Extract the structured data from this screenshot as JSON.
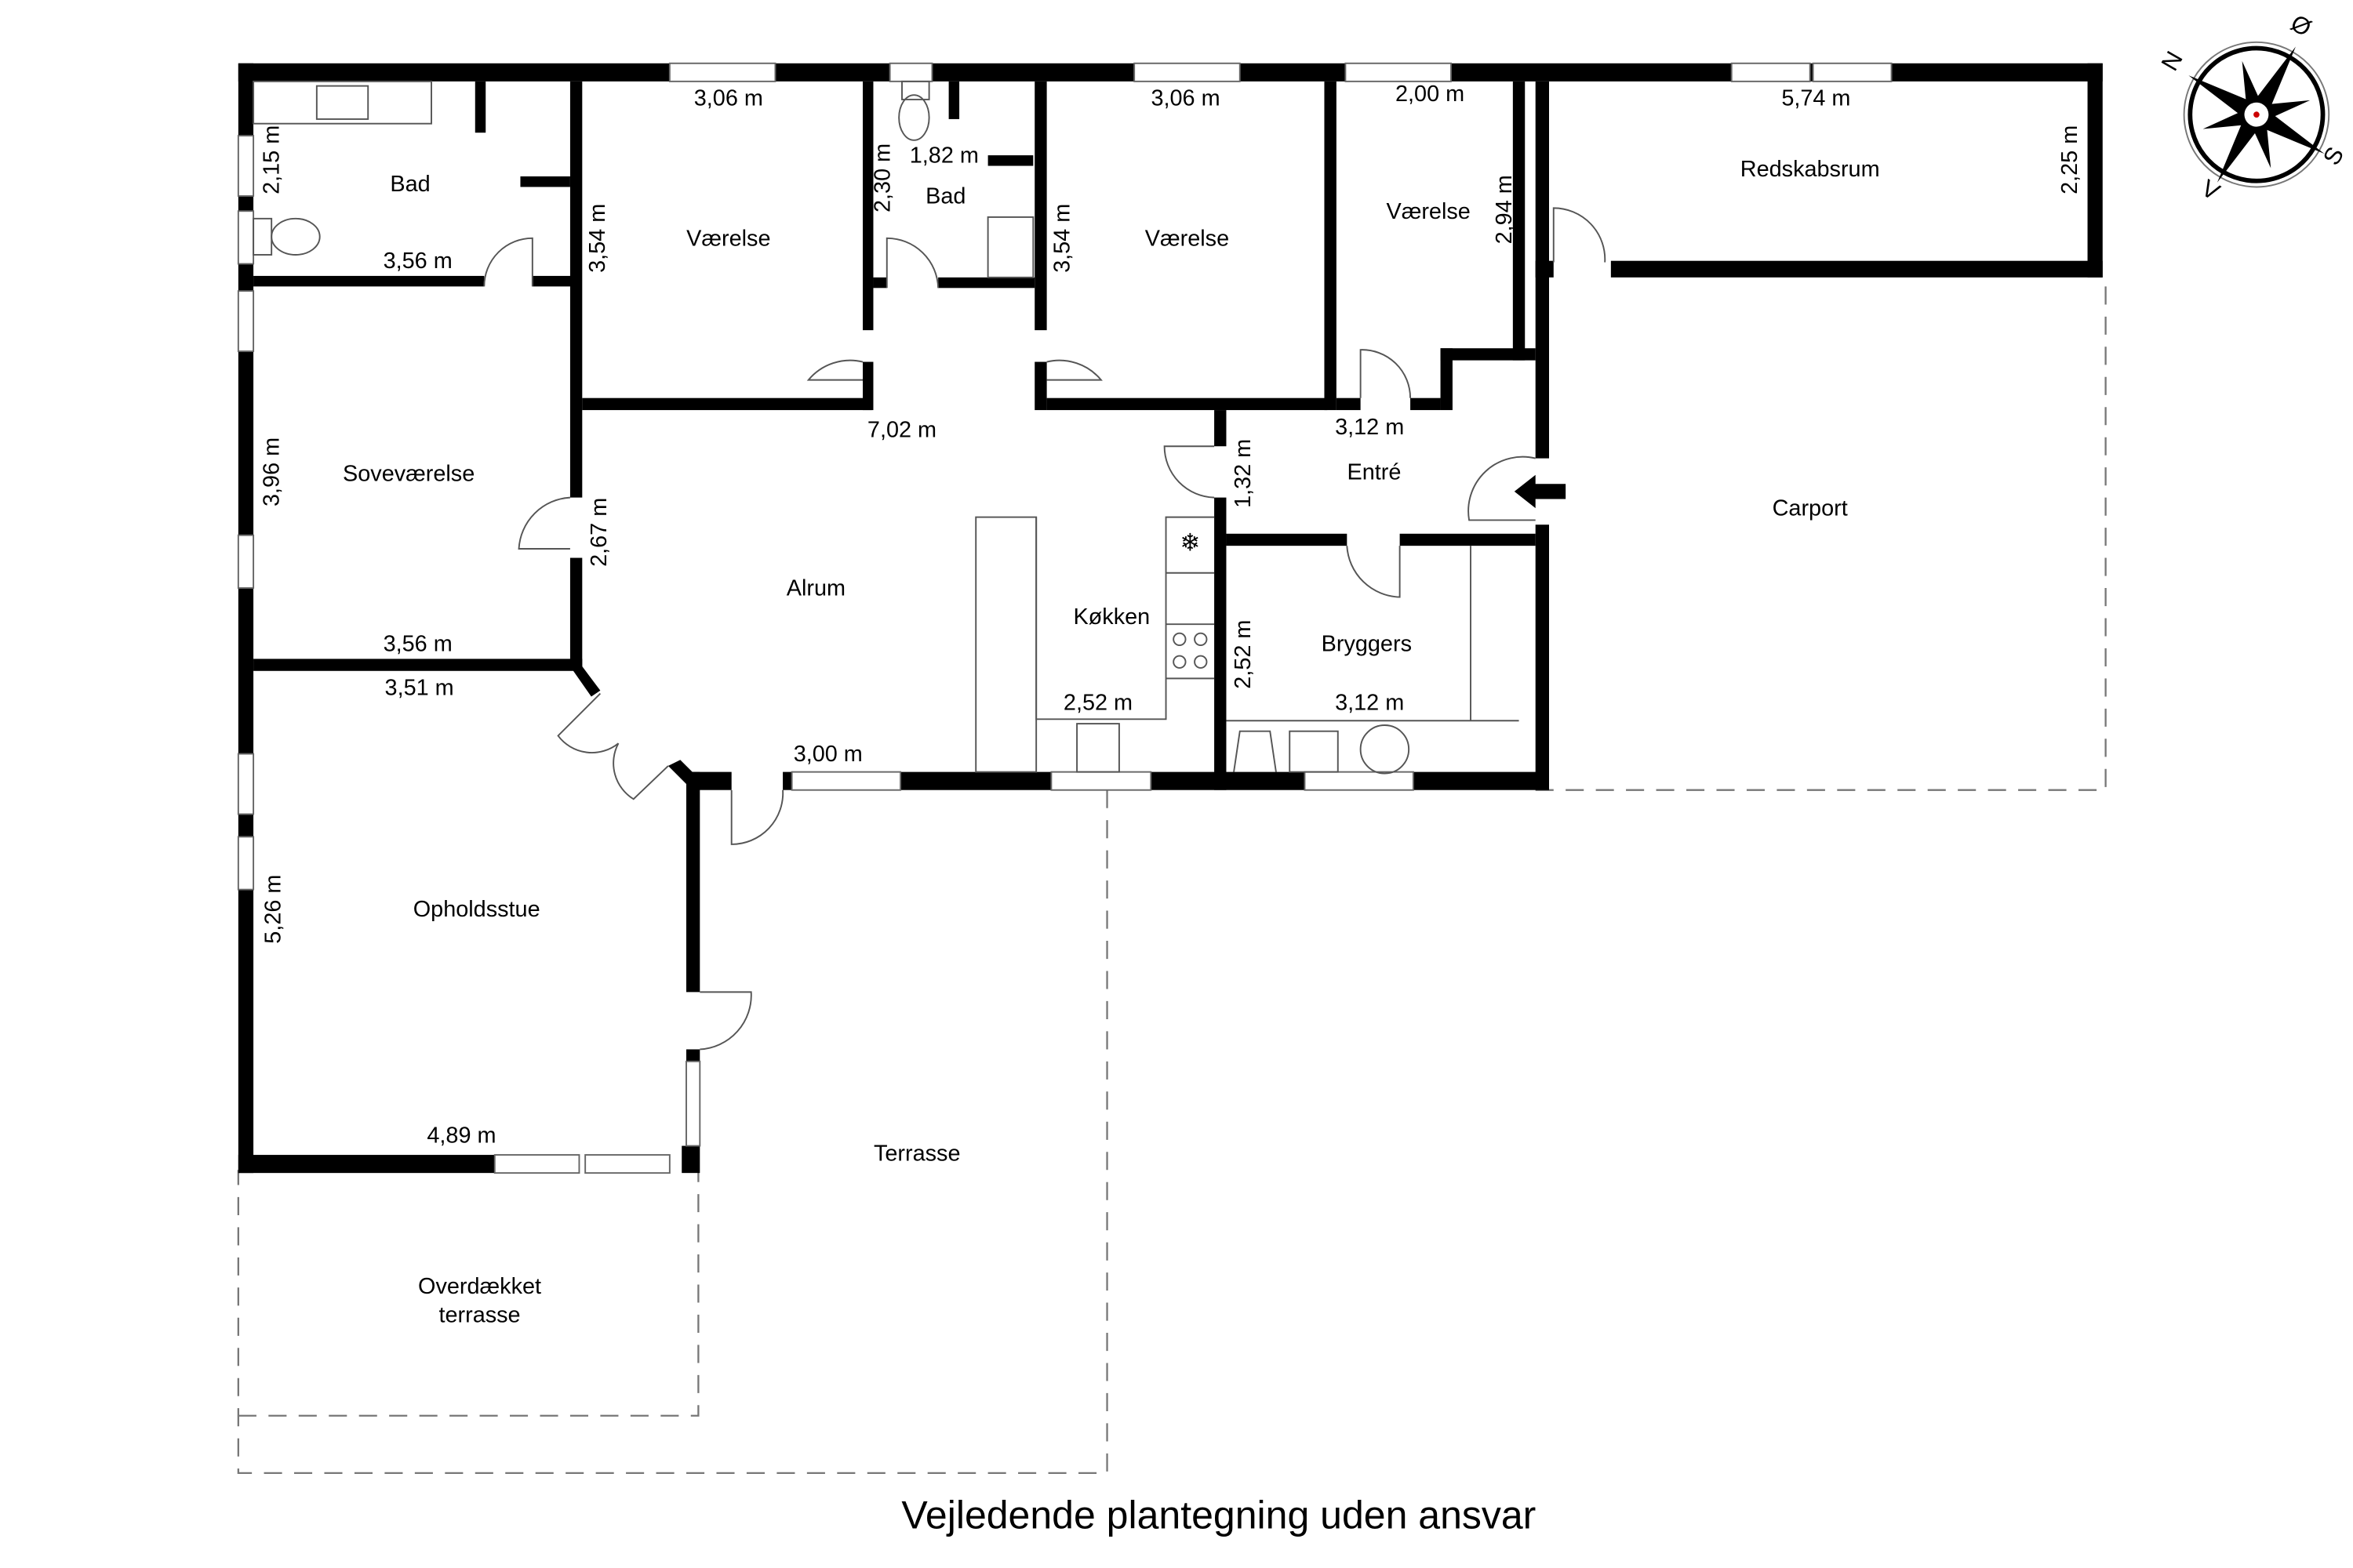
{
  "rooms": {
    "bad1": "Bad",
    "vaerelse1": "Værelse",
    "bad2": "Bad",
    "vaerelse2": "Værelse",
    "vaerelse3": "Værelse",
    "redskabsrum": "Redskabsrum",
    "sovevaerelse": "Soveværelse",
    "alrum": "Alrum",
    "koekken": "Køkken",
    "entre": "Entré",
    "bryggers": "Bryggers",
    "carport": "Carport",
    "opholdsstue": "Opholdsstue",
    "terrasse": "Terrasse",
    "overdaekket_line1": "Overdækket",
    "overdaekket_line2": "terrasse"
  },
  "dimensions": {
    "bad1_width": "3,56 m",
    "bad1_height": "2,15 m",
    "vaerelse1_width": "3,06 m",
    "vaerelse1_height": "3,54 m",
    "bad2_width": "1,82 m",
    "bad2_height": "2,30 m",
    "vaerelse2_width": "3,06 m",
    "vaerelse2_height": "3,54 m",
    "vaerelse3_width": "2,00 m",
    "vaerelse3_height": "2,94 m",
    "redskabsrum_width": "5,74 m",
    "redskabsrum_height": "2,25 m",
    "sovevaerelse_height": "3,96 m",
    "sovevaerelse_width": "3,56 m",
    "hall_width": "7,02 m",
    "alrum_height": "2,67 m",
    "entre_width": "3,12 m",
    "entre_height": "1,32 m",
    "opholdsstue_top": "3,51 m",
    "alrum_bottom": "3,00 m",
    "koekken_width": "2,52 m",
    "bryggers_height": "2,52 m",
    "bryggers_width": "3,12 m",
    "opholdsstue_height": "5,26 m",
    "opholdsstue_width": "4,89 m"
  },
  "compass": {
    "n": "N",
    "o": "Ø",
    "s": "S",
    "v": "V"
  },
  "caption": "Vejledende plantegning uden ansvar"
}
